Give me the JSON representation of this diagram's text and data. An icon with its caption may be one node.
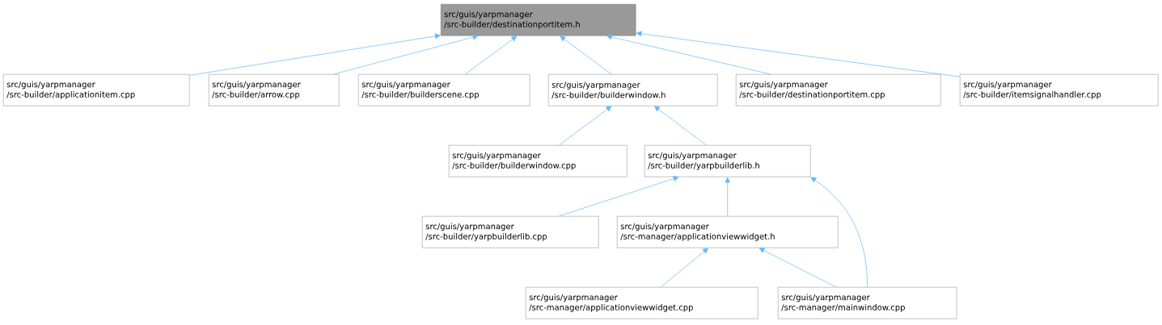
{
  "diagram": {
    "nodes": [
      {
        "text": [
          "src/guis/yarpmanager /src-builder/destinationportitem.h"
        ]
      },
      {
        "text": [
          "src/guis/yarpmanager /src-builder/applicationitem.cpp"
        ]
      },
      {
        "text": [
          "src/guis/yarpmanager /src-builder/arrow.cpp"
        ]
      },
      {
        "text": [
          "src/guis/yarpmanager /src-builder/builderscene.cpp"
        ]
      },
      {
        "text": [
          "src/guis/yarpmanager /src-builder/builderwindow.h"
        ]
      },
      {
        "text": [
          "src/guis/yarpmanager /src-builder/destinationportitem.cpp"
        ]
      },
      {
        "text": [
          "src/guis/yarpmanager /src-builder/itemsignalhandler.cpp"
        ]
      },
      {
        "text": [
          "src/guis/yarpmanager /src-builder/builderwindow.cpp"
        ]
      },
      {
        "text": [
          "src/guis/yarpmanager /src-builder/yarpbuilderlib.h"
        ]
      },
      {
        "text": [
          "src/guis/yarpmanager /src-builder/yarpbuilderlib.cpp"
        ]
      },
      {
        "text": [
          "src/guis/yarpmanager /src-manager/applicationviewwidget.h"
        ]
      },
      {
        "text": [
          "src/guis/yarpmanager /src-manager/applicationviewwidget.cpp"
        ]
      },
      {
        "text": [
          "src/guis/yarpmanager /src-manager/mainwindow.cpp"
        ]
      }
    ],
    "edges": [
      {
        "from": 1,
        "to": 0,
        "arrow": "to"
      },
      {
        "from": 2,
        "to": 0,
        "arrow": "to"
      },
      {
        "from": 3,
        "to": 0,
        "arrow": "to"
      },
      {
        "from": 4,
        "to": 0,
        "arrow": "to"
      },
      {
        "from": 5,
        "to": 0,
        "arrow": "to"
      },
      {
        "from": 6,
        "to": 0,
        "arrow": "to"
      },
      {
        "from": 7,
        "to": 4,
        "arrow": "to"
      },
      {
        "from": 8,
        "to": 4,
        "arrow": "to"
      },
      {
        "from": 9,
        "to": 8,
        "arrow": "to"
      },
      {
        "from": 10,
        "to": 8,
        "arrow": "to"
      },
      {
        "from": 12,
        "to": 8,
        "arrow": "to"
      },
      {
        "from": 11,
        "to": 10,
        "arrow": "to"
      },
      {
        "from": 12,
        "to": 10,
        "arrow": "to"
      }
    ]
  }
}
